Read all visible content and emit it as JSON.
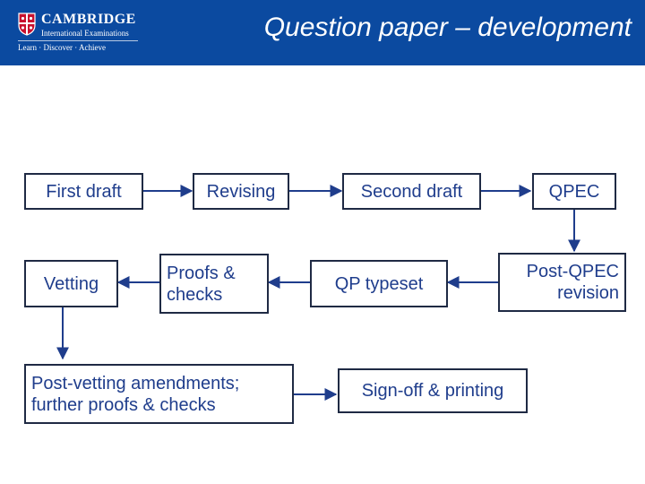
{
  "header": {
    "title": "Question paper – development",
    "logo": {
      "name": "CAMBRIDGE",
      "subtitle": "International Examinations",
      "tagline": "Learn · Discover · Achieve"
    }
  },
  "diagram": {
    "nodes": {
      "first_draft": "First draft",
      "revising": "Revising",
      "second_draft": "Second draft",
      "qpec": "QPEC",
      "vetting": "Vetting",
      "proofs_checks": "Proofs & checks",
      "qp_typeset": "QP typeset",
      "post_qpec_revision": "Post-QPEC revision",
      "post_vetting": "Post-vetting amendments; further proofs & checks",
      "signoff_printing": "Sign-off & printing"
    },
    "edges": [
      [
        "first_draft",
        "revising"
      ],
      [
        "revising",
        "second_draft"
      ],
      [
        "second_draft",
        "qpec"
      ],
      [
        "qpec",
        "post_qpec_revision"
      ],
      [
        "post_qpec_revision",
        "qp_typeset"
      ],
      [
        "qp_typeset",
        "proofs_checks"
      ],
      [
        "proofs_checks",
        "vetting"
      ],
      [
        "vetting",
        "post_vetting"
      ],
      [
        "post_vetting",
        "signoff_printing"
      ]
    ],
    "colors": {
      "header_bg": "#0b4aa0",
      "text": "#1f3d8c",
      "border": "#1f2a44"
    }
  }
}
